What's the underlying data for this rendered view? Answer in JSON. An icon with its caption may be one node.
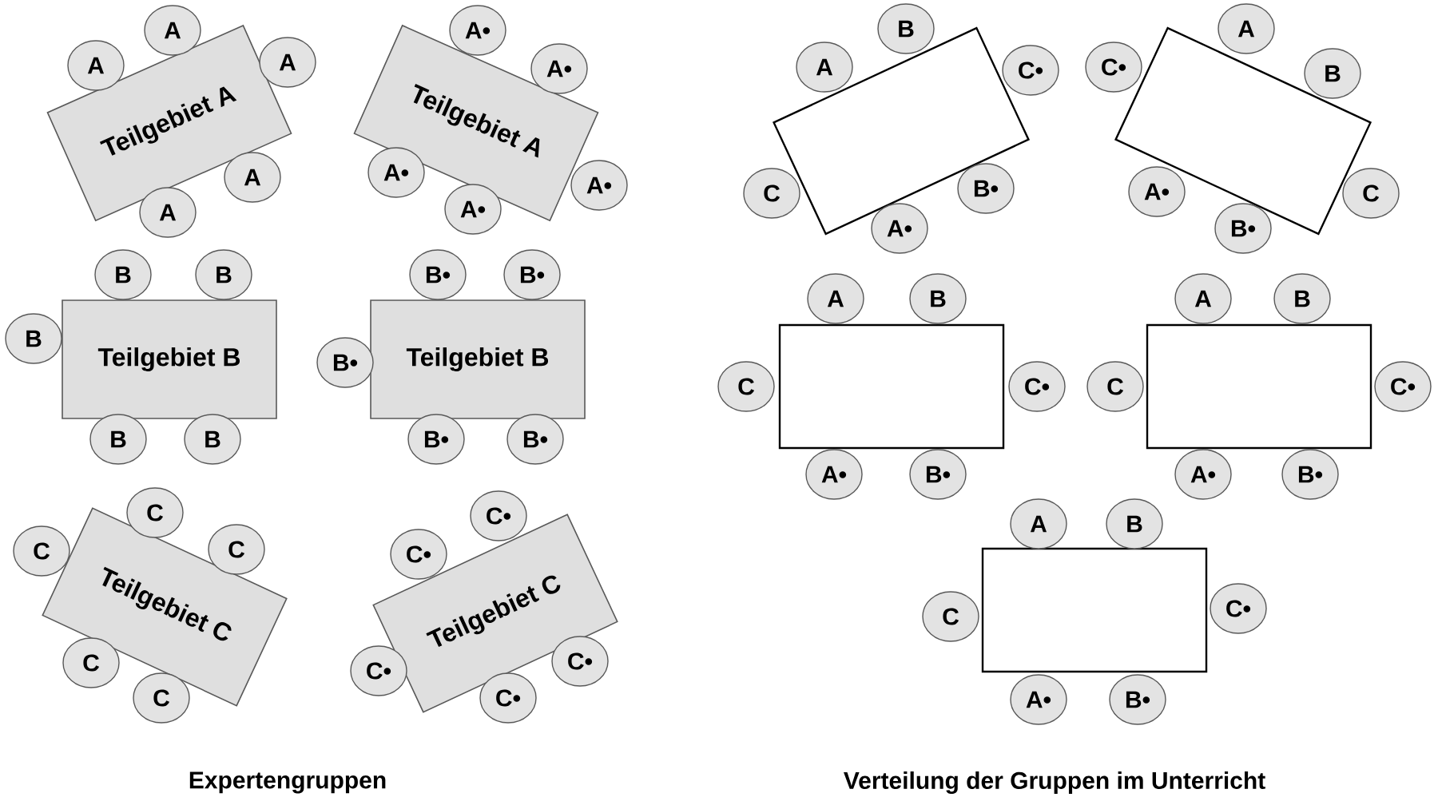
{
  "diagram": {
    "nodes": [
      {
        "text": [
          "Teilgebiet A"
        ]
      },
      {
        "text": [
          "A"
        ]
      },
      {
        "text": [
          "A"
        ]
      },
      {
        "text": [
          "A"
        ]
      },
      {
        "text": [
          "A"
        ]
      },
      {
        "text": [
          "A"
        ]
      },
      {
        "text": [
          "Teilgebiet A"
        ]
      },
      {
        "text": [
          "A•"
        ]
      },
      {
        "text": [
          "A•"
        ]
      },
      {
        "text": [
          "A•"
        ]
      },
      {
        "text": [
          "A•"
        ]
      },
      {
        "text": [
          "A•"
        ]
      },
      {
        "text": [
          "Teilgebiet B"
        ]
      },
      {
        "text": [
          "B"
        ]
      },
      {
        "text": [
          "B"
        ]
      },
      {
        "text": [
          "B"
        ]
      },
      {
        "text": [
          "B"
        ]
      },
      {
        "text": [
          "B"
        ]
      },
      {
        "text": [
          "Teilgebiet B"
        ]
      },
      {
        "text": [
          "B•"
        ]
      },
      {
        "text": [
          "B•"
        ]
      },
      {
        "text": [
          "B•"
        ]
      },
      {
        "text": [
          "B•"
        ]
      },
      {
        "text": [
          "B•"
        ]
      },
      {
        "text": [
          "Teilgebiet C"
        ]
      },
      {
        "text": [
          "C"
        ]
      },
      {
        "text": [
          "C"
        ]
      },
      {
        "text": [
          "C"
        ]
      },
      {
        "text": [
          "C"
        ]
      },
      {
        "text": [
          "C"
        ]
      },
      {
        "text": [
          "Teilgebiet C"
        ]
      },
      {
        "text": [
          "C•"
        ]
      },
      {
        "text": [
          "C•"
        ]
      },
      {
        "text": [
          "C•"
        ]
      },
      {
        "text": [
          "C•"
        ]
      },
      {
        "text": [
          "C•"
        ]
      },
      {
        "text": [],
        "shape": "box"
      },
      {
        "text": [
          "A"
        ]
      },
      {
        "text": [
          "B"
        ]
      },
      {
        "text": [
          "C•"
        ]
      },
      {
        "text": [
          "C"
        ]
      },
      {
        "text": [
          "B•"
        ]
      },
      {
        "text": [
          "A•"
        ]
      },
      {
        "text": [],
        "shape": "box"
      },
      {
        "text": [
          "A"
        ]
      },
      {
        "text": [
          "C•"
        ]
      },
      {
        "text": [
          "B"
        ]
      },
      {
        "text": [
          "A•"
        ]
      },
      {
        "text": [
          "C"
        ]
      },
      {
        "text": [
          "B•"
        ]
      },
      {
        "text": [],
        "shape": "box"
      },
      {
        "text": [
          "A"
        ]
      },
      {
        "text": [
          "B"
        ]
      },
      {
        "text": [
          "C"
        ]
      },
      {
        "text": [
          "C•"
        ]
      },
      {
        "text": [
          "A•"
        ]
      },
      {
        "text": [
          "B•"
        ]
      },
      {
        "text": [],
        "shape": "box"
      },
      {
        "text": [
          "A"
        ]
      },
      {
        "text": [
          "B"
        ]
      },
      {
        "text": [
          "C"
        ]
      },
      {
        "text": [
          "C•"
        ]
      },
      {
        "text": [
          "A•"
        ]
      },
      {
        "text": [
          "B•"
        ]
      },
      {
        "text": [],
        "shape": "box"
      },
      {
        "text": [
          "A"
        ]
      },
      {
        "text": [
          "B"
        ]
      },
      {
        "text": [
          "C"
        ]
      },
      {
        "text": [
          "C•"
        ]
      },
      {
        "text": [
          "A•"
        ]
      },
      {
        "text": [
          "B•"
        ]
      }
    ],
    "labels": [
      "Expertengruppen",
      "Verteilung der Gruppen im Unterricht"
    ]
  }
}
